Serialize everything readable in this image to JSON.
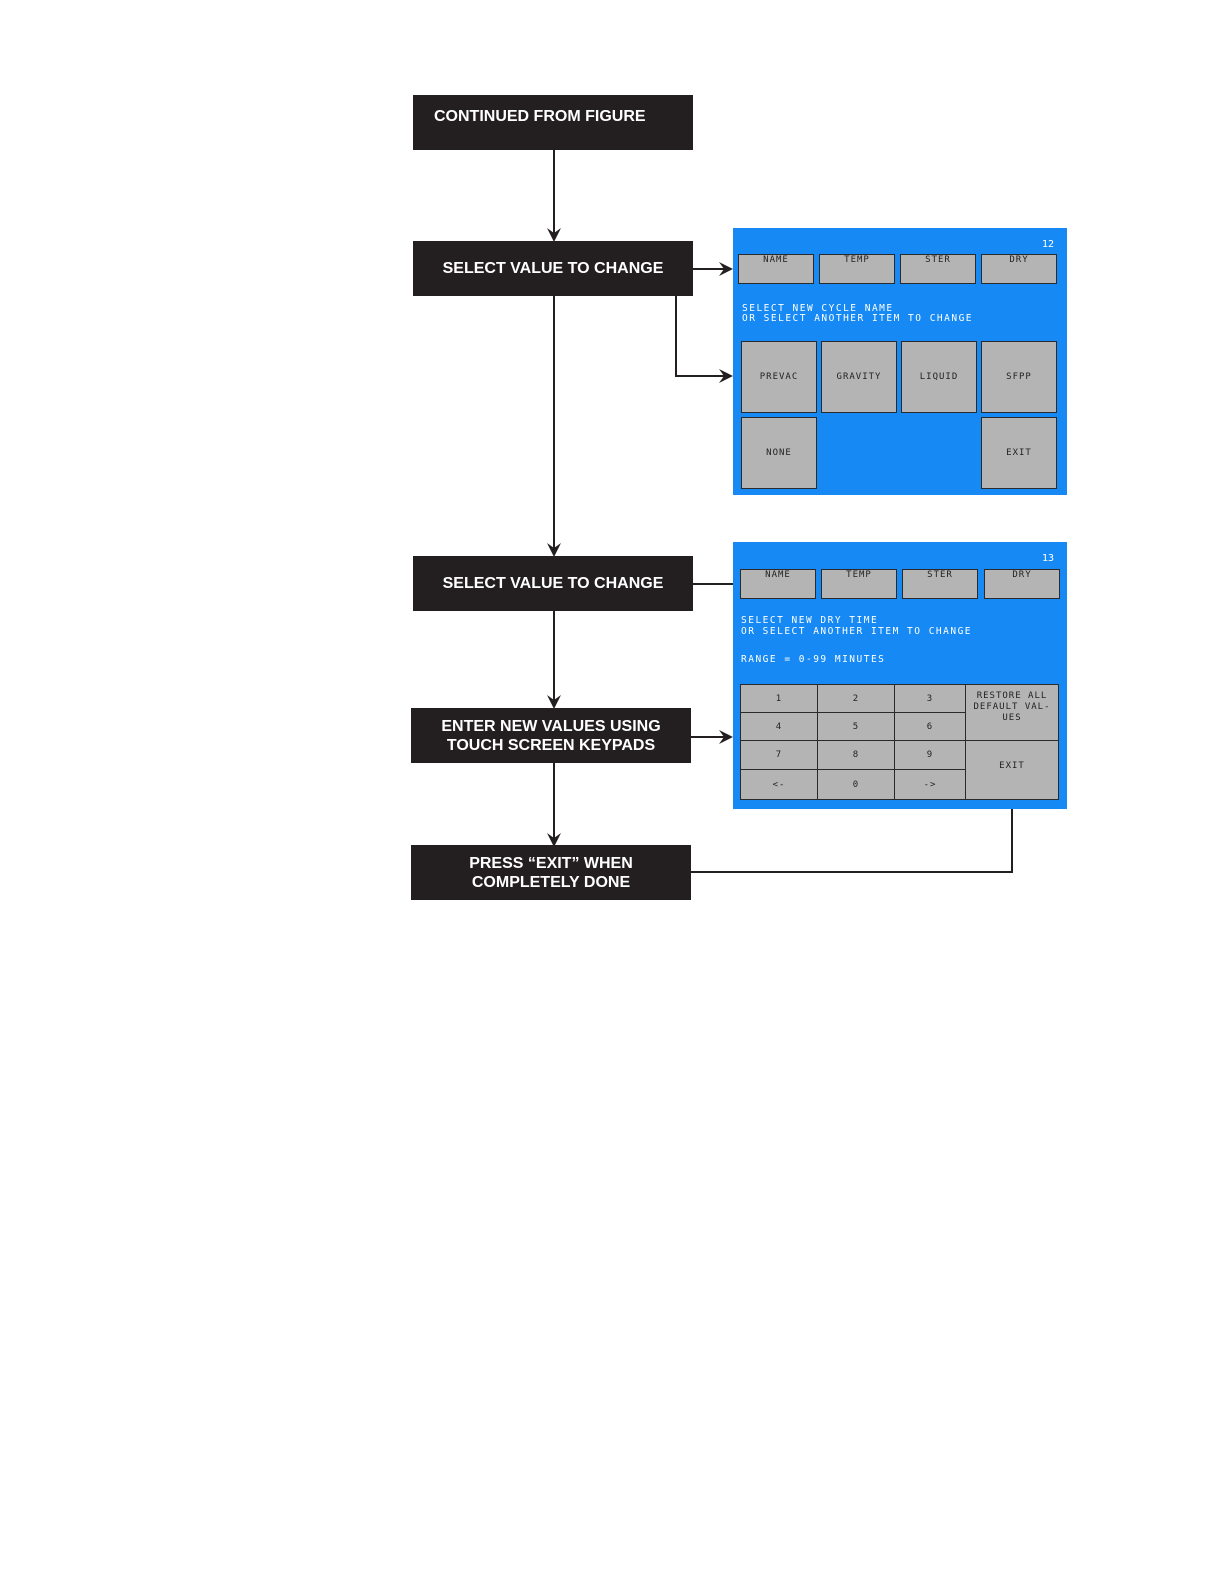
{
  "flow": {
    "continued": "CONTINUED FROM FIGURE",
    "select1": "SELECT VALUE TO CHANGE",
    "select2": "SELECT VALUE TO CHANGE",
    "enter": "ENTER NEW VALUES USING\nTOUCH SCREEN KEYPADS",
    "press_exit": "PRESS “EXIT” WHEN\nCOMPLETELY DONE"
  },
  "screen12": {
    "number": "12",
    "tabs": [
      "NAME",
      "TEMP",
      "STER",
      "DRY"
    ],
    "message_line1": "SELECT NEW CYCLE NAME",
    "message_line2": "OR SELECT ANOTHER ITEM TO CHANGE",
    "buttons": [
      "PREVAC",
      "GRAVITY",
      "LIQUID",
      "SFPP",
      "NONE",
      "EXIT"
    ],
    "bg_color": "#1689f5"
  },
  "screen13": {
    "number": "13",
    "tabs": [
      "NAME",
      "TEMP",
      "STER",
      "DRY"
    ],
    "message_line1": "SELECT NEW DRY TIME",
    "message_line2": "OR SELECT ANOTHER ITEM TO CHANGE",
    "range": "RANGE = 0-99 MINUTES",
    "keys": [
      "1",
      "2",
      "3",
      "4",
      "5",
      "6",
      "7",
      "8",
      "9",
      "<-",
      "0",
      "->"
    ],
    "restore": "RESTORE ALL\nDEFAULT VAL-\nUES",
    "exit": "EXIT",
    "bg_color": "#1689f5"
  }
}
